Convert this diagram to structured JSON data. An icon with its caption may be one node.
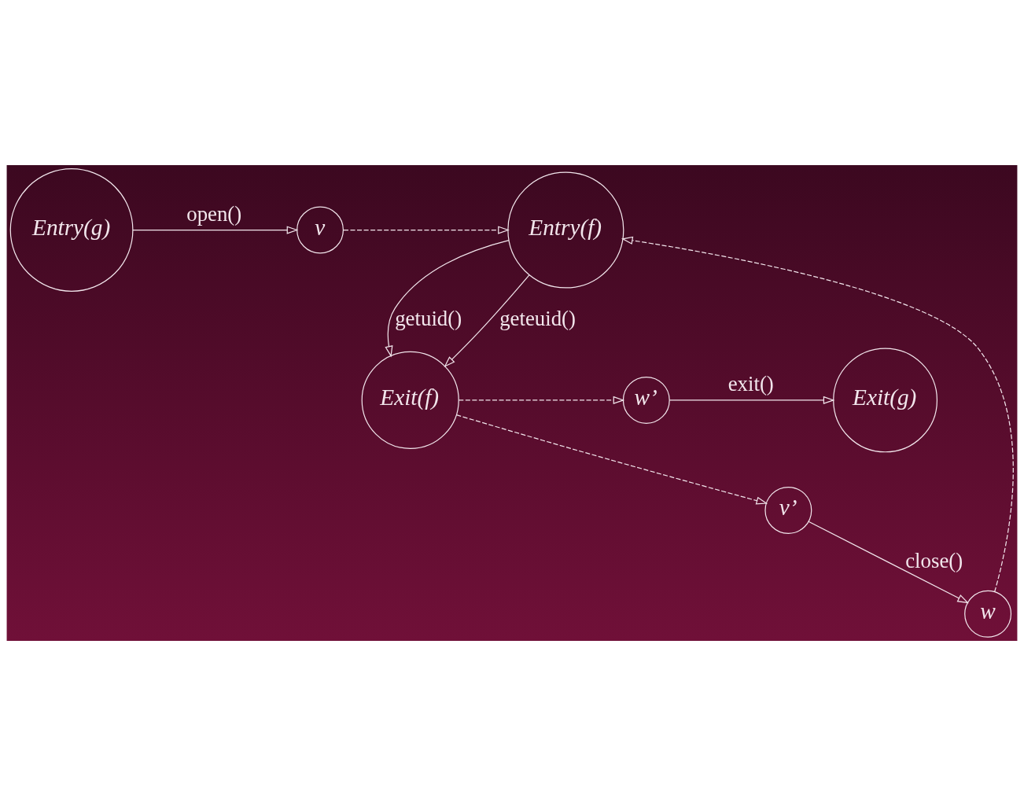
{
  "diagram": {
    "nodes": [
      {
        "text": [
          "Entry(g)"
        ]
      },
      {
        "text": [
          "v"
        ]
      },
      {
        "text": [
          "Entry(f)"
        ]
      },
      {
        "text": [
          "v’"
        ]
      },
      {
        "text": [
          "w"
        ]
      },
      {
        "text": [
          "Exit(g)"
        ]
      },
      {
        "text": [
          "w’"
        ]
      },
      {
        "text": [
          "Exit(f)"
        ]
      }
    ],
    "edges": [
      {
        "from": 0,
        "to": 1,
        "arrow": "to",
        "label": "open()"
      },
      {
        "from": 1,
        "to": 2,
        "arrow": "to",
        "style": "dashed"
      },
      {
        "from": 2,
        "to": 7,
        "arrow": "to",
        "label": "getuid()"
      },
      {
        "from": 2,
        "to": 7,
        "arrow": "to",
        "label": "geteuid()"
      },
      {
        "from": 3,
        "to": 4,
        "arrow": "to",
        "label": "close()"
      },
      {
        "from": 4,
        "to": 2,
        "arrow": "to",
        "style": "dashed"
      },
      {
        "from": 7,
        "to": 3,
        "arrow": "to",
        "style": "dashed"
      },
      {
        "from": 7,
        "to": 6,
        "arrow": "to",
        "style": "dashed"
      },
      {
        "from": 6,
        "to": 5,
        "arrow": "to",
        "label": "exit()"
      }
    ]
  }
}
